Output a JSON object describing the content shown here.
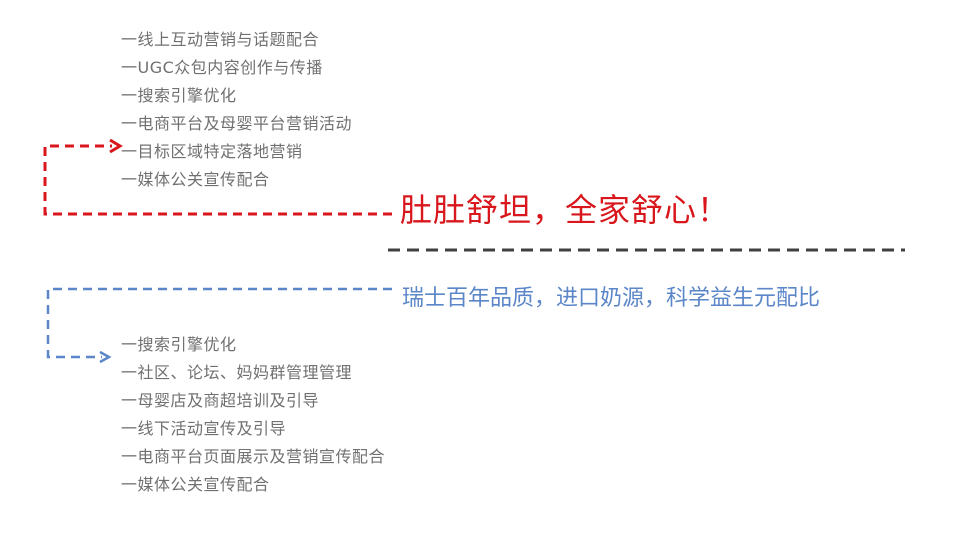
{
  "top_channels": [
    "一线上互动营销与话题配合",
    "一UGC众包内容创作与传播",
    "一搜索引擎优化",
    "一电商平台及母婴平台营销活动",
    "一目标区域特定落地营销",
    "一媒体公关宣传配合"
  ],
  "slogan": "肚肚舒坦，全家舒心！",
  "subtitle": "瑞士百年品质，进口奶源，科学益生元配比",
  "bottom_channels": [
    "一搜索引擎优化",
    "一社区、论坛、妈妈群管理管理",
    "一母婴店及商超培训及引导",
    "一线下活动宣传及引导",
    "一电商平台页面展示及营销宣传配合",
    "一媒体公关宣传配合"
  ],
  "colors": {
    "red_connector": "#d8161b",
    "blue_connector": "#5b86c8",
    "divider": "#404040",
    "list_text": "#707070"
  },
  "icons": [
    "arrow-right-icon",
    "arrow-right-icon"
  ]
}
